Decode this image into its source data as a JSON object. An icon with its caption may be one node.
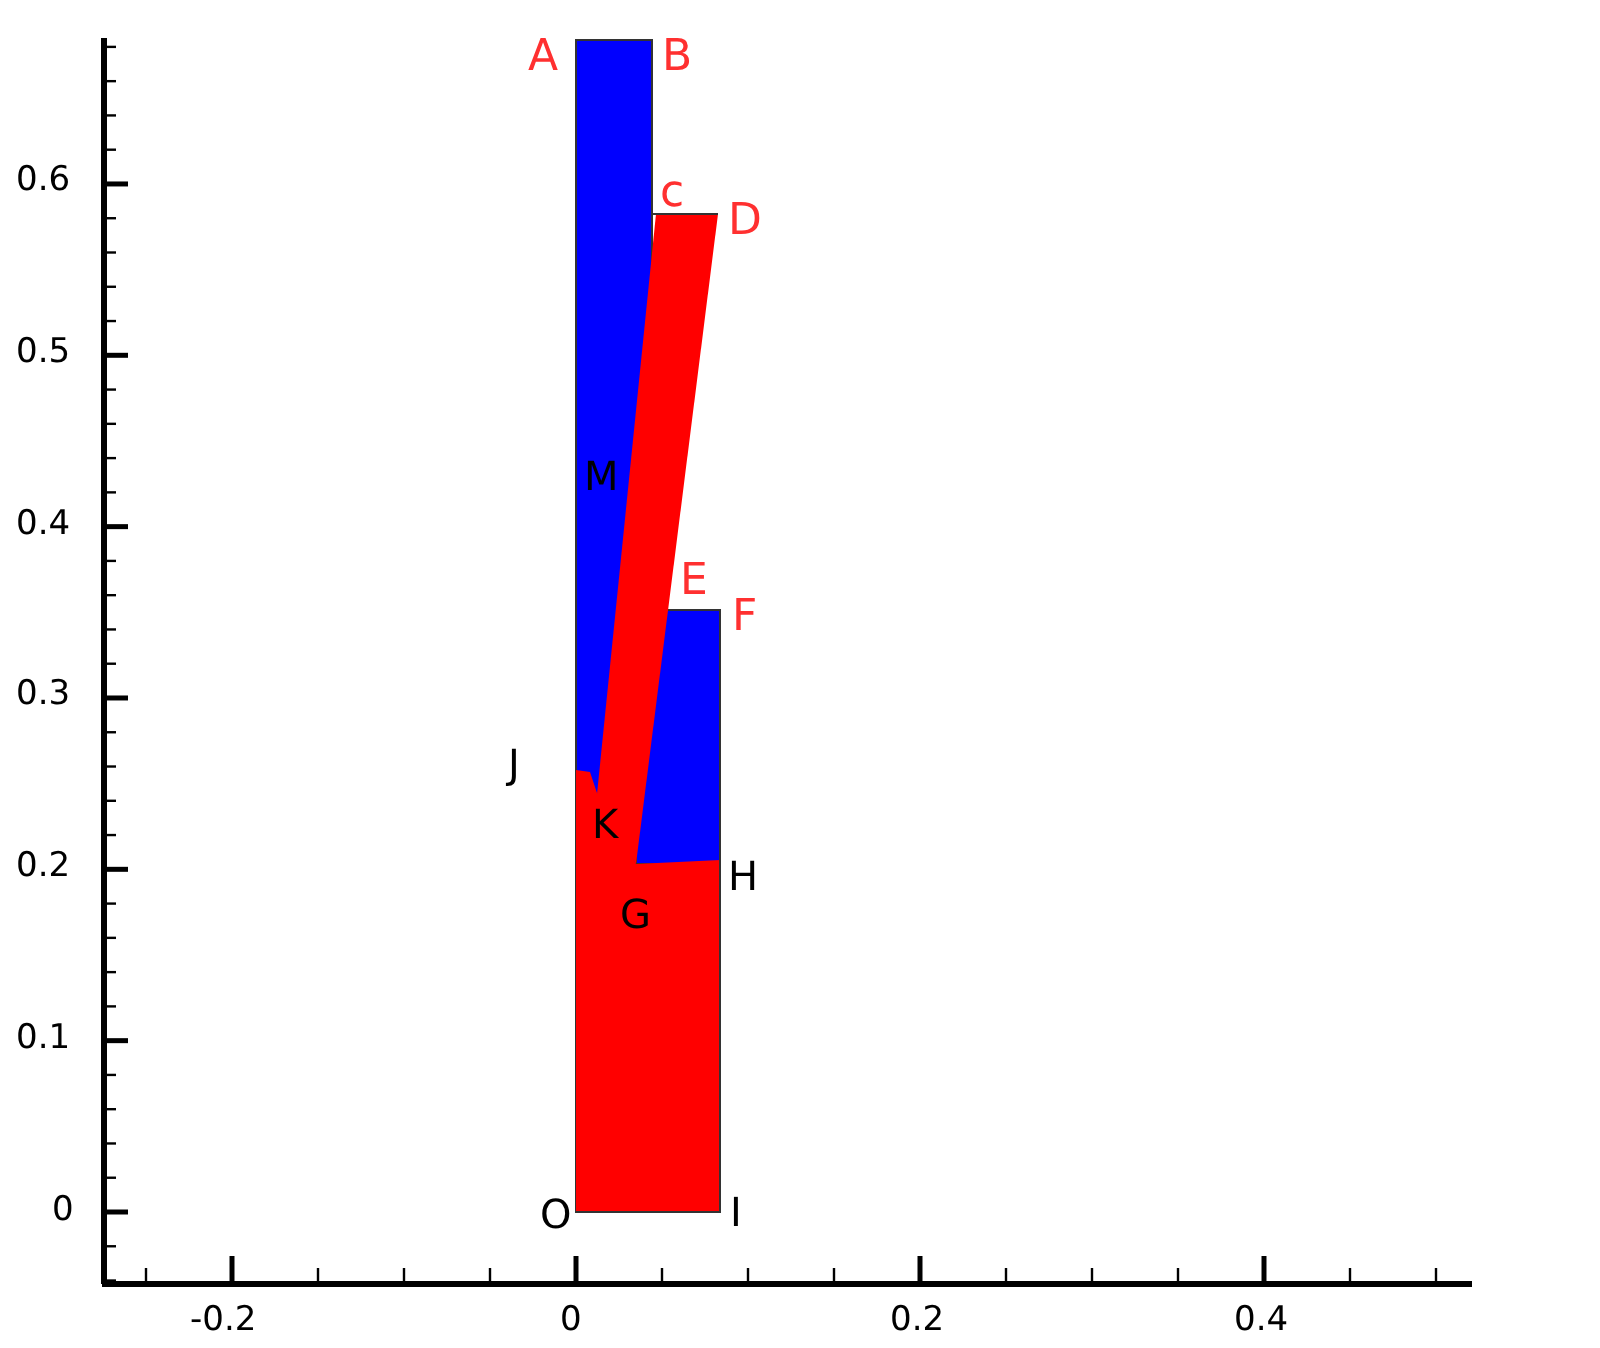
{
  "diagram": {
    "labels": [
      "A",
      "B",
      "c",
      "D",
      "0.6",
      "0.5",
      "M",
      "0.4",
      "E",
      "F",
      "0.3",
      "J",
      "K",
      "0.2",
      "H",
      "G",
      "0.1",
      "0",
      "O",
      "I",
      "-0.2",
      "0",
      "0.2",
      "0.4"
    ]
  }
}
